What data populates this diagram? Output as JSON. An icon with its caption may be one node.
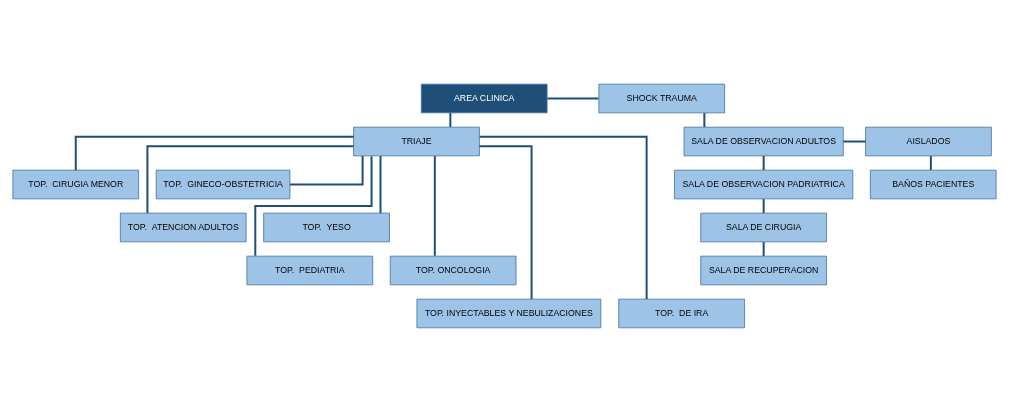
{
  "diagram": {
    "nodes": [
      {
        "text": [
          "AREA CLINICA"
        ]
      },
      {
        "text": [
          "SHOCK TRAUMA"
        ]
      },
      {
        "text": [
          "TRIAJE"
        ]
      },
      {
        "text": [
          "TOP.  CIRUGIA MENOR"
        ]
      },
      {
        "text": [
          "TOP.  GINECO-OBSTETRICIA"
        ]
      },
      {
        "text": [
          "TOP.  ATENCION ADULTOS"
        ]
      },
      {
        "text": [
          "TOP.  YESO"
        ]
      },
      {
        "text": [
          "TOP.  PEDIATRIA"
        ]
      },
      {
        "text": [
          "TOP. ONCOLOGIA"
        ]
      },
      {
        "text": [
          "TOP. INYECTABLES Y NEBULIZACIONES"
        ]
      },
      {
        "text": [
          "TOP.  DE IRA"
        ]
      },
      {
        "text": [
          "SALA DE OBSERVACION ADULTOS"
        ]
      },
      {
        "text": [
          "SALA DE OBSERVACION PADRIATRICA"
        ]
      },
      {
        "text": [
          "SALA DE CIRUGIA"
        ]
      },
      {
        "text": [
          "SALA DE RECUPERACION"
        ]
      },
      {
        "text": [
          "AISLADOS"
        ]
      },
      {
        "text": [
          "BAÑOS PACIENTES"
        ]
      }
    ],
    "edges": [
      {
        "from": 0,
        "to": 1,
        "arrow": "none"
      },
      {
        "from": 0,
        "to": 2,
        "arrow": "none"
      },
      {
        "from": 2,
        "to": 3,
        "arrow": "none"
      },
      {
        "from": 2,
        "to": 4,
        "arrow": "none"
      },
      {
        "from": 2,
        "to": 5,
        "arrow": "none"
      },
      {
        "from": 2,
        "to": 6,
        "arrow": "none"
      },
      {
        "from": 2,
        "to": 7,
        "arrow": "none"
      },
      {
        "from": 2,
        "to": 8,
        "arrow": "none"
      },
      {
        "from": 2,
        "to": 9,
        "arrow": "none"
      },
      {
        "from": 2,
        "to": 10,
        "arrow": "none"
      },
      {
        "from": 1,
        "to": 11,
        "arrow": "none"
      },
      {
        "from": 11,
        "to": 12,
        "arrow": "none"
      },
      {
        "from": 12,
        "to": 13,
        "arrow": "none"
      },
      {
        "from": 13,
        "to": 14,
        "arrow": "none"
      },
      {
        "from": 11,
        "to": 15,
        "arrow": "none"
      },
      {
        "from": 15,
        "to": 16,
        "arrow": "none"
      }
    ]
  }
}
